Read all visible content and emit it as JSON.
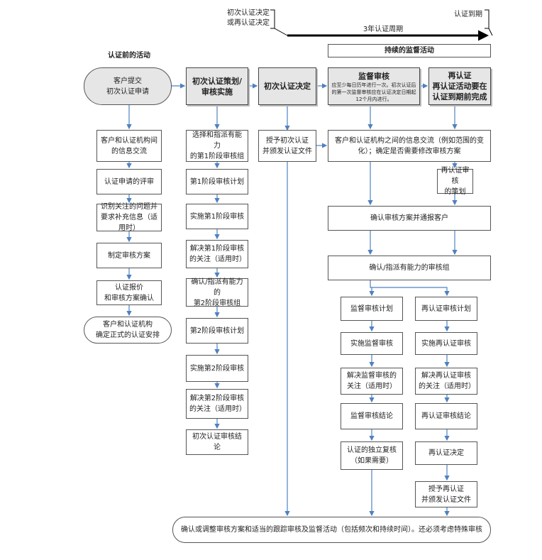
{
  "top": {
    "start_label": "初次认证决定\n或再认证决定",
    "end_label": "认证到期",
    "cycle": "3年认证周期",
    "ongoing": "持续的监督活动"
  },
  "pre_title": "认证前的活动",
  "headers": {
    "apply": "客户提交\n初次认证申请",
    "plan": "初次认证策划/\n审核实施",
    "decision": "初次认证决定",
    "surv_title": "监督审核",
    "surv_note": "应至少每日历年进行一次。初次认证后的第一次监督审核应在认证决定日期起12个月内进行。",
    "recert": "再认证\n再认证活动要在认证到期前完成"
  },
  "col1": [
    "客户和认证机构间\n的信息交流",
    "认证申请的评审",
    "识别关注的问题并要求补充信息（适用时）",
    "制定审核方案",
    "认证报价\n和审核方案确认",
    "客户和认证机构\n确定正式的认证安排"
  ],
  "col2": [
    "选择和指派有能力\n的第1阶段审核组",
    "第1阶段审核计划",
    "实施第1阶段审核",
    "解决第1阶段审核\n的关注（适用时）",
    "确认/指派有能力的\n第2阶段审核组",
    "第2阶段审核计划",
    "实施第2阶段审核",
    "解决第2阶段审核\n的关注（适用时）",
    "初次认证审核结论"
  ],
  "col3": [
    "授予初次认证\n并颁发认证文件"
  ],
  "info": "客户和认证机构之间的信息交流（例如范围的变化）；确定是否需要修改审核方案",
  "recert_plan": "再认证审核\n的策划",
  "confirm_program": "确认审核方案并通报客户",
  "confirm_team": "确认/指派有能力的审核组",
  "surv": [
    "监督审核计划",
    "实施监督审核",
    "解决监督审核的关注（适用时）",
    "监督审核结论",
    "认证的独立复核\n（如果需要）"
  ],
  "recert_steps": [
    "再认证审核计划",
    "实施再认证审核",
    "解决再认证审核的关注（适用时）",
    "再认证审核结论",
    "再认证决定",
    "授予再认证\n并颁发认证文件"
  ],
  "bottom": "确认或调整审核方案和适当的跟踪审核及监督活动（包括频次和持续时间）。还必须考虑特殊审核",
  "colors": {
    "line": "#4f81bd",
    "header_fill": "#e6e6e6"
  }
}
